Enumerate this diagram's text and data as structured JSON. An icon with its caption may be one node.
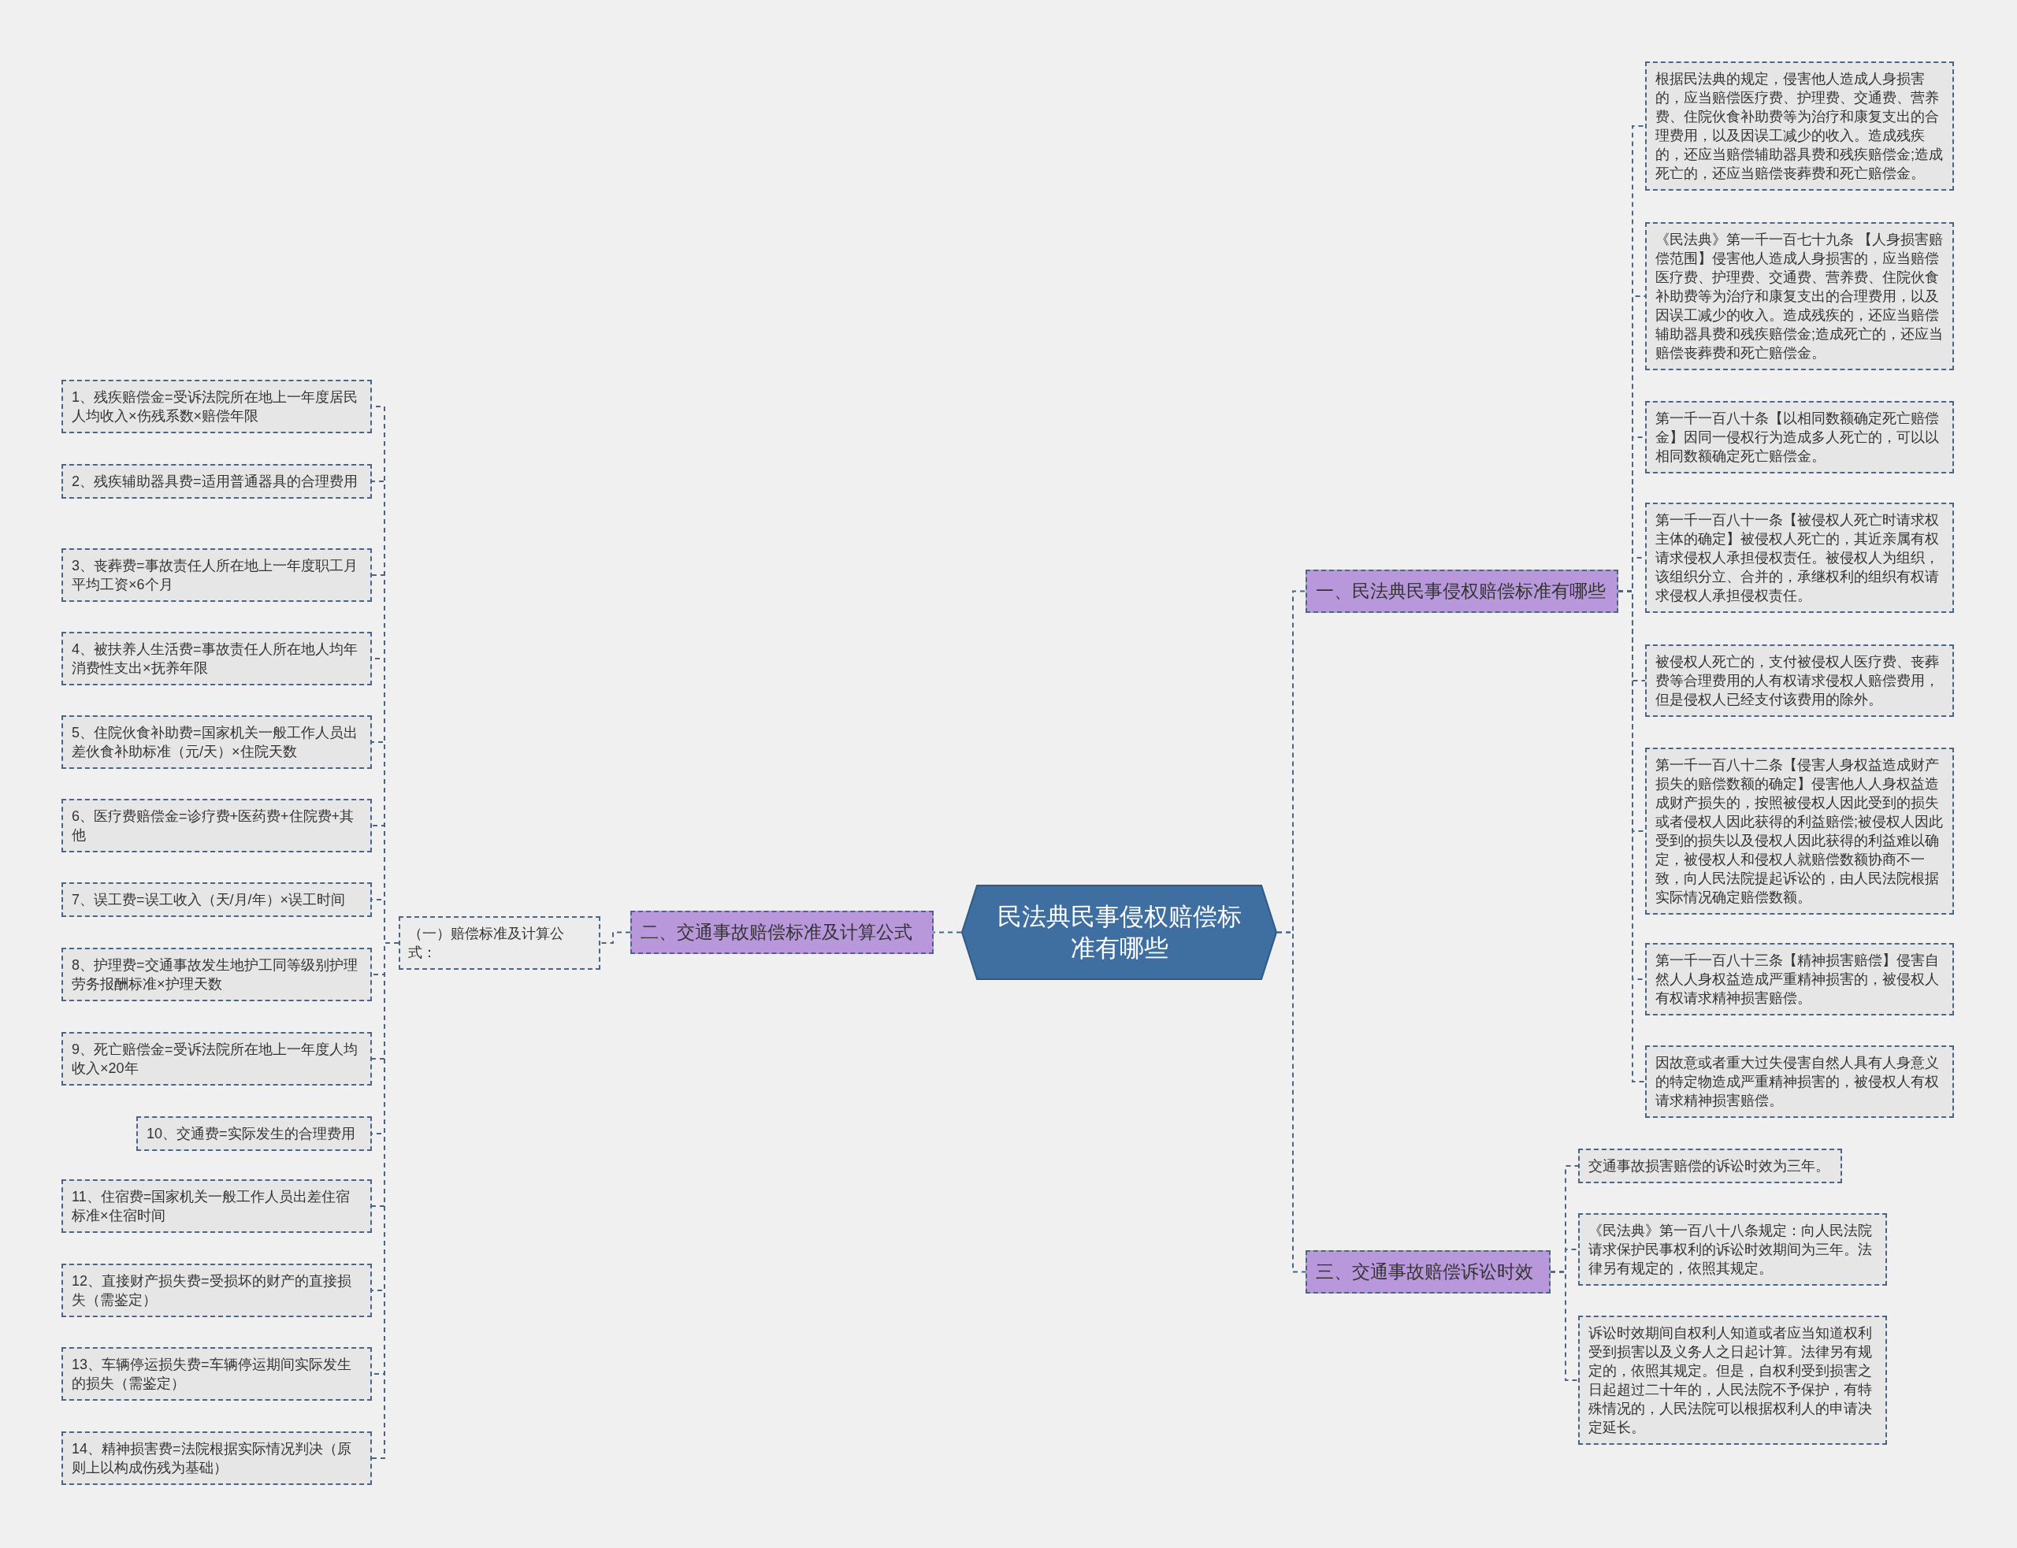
{
  "diagram": {
    "nodes": [
      {
        "text": [
          "民法典民事侵权赔偿标准有哪些"
        ]
      },
      {
        "text": [
          "一、民法典民事侵权赔偿标准有哪些"
        ]
      },
      {
        "text": [
          "根据民法典的规定，侵害他人造成人身损害的，应当赔偿医疗费、护理费、交通费、营养费、住院伙食补助费等为治疗和康复支出的合理费用，以及因误工减少的收入。造成残疾的，还应当赔偿辅助器具费和残疾赔偿金;造成死亡的，还应当赔偿丧葬费和死亡赔偿金。"
        ]
      },
      {
        "text": [
          "《民法典》第一千一百七十九条 【人身损害赔偿范围】侵害他人造成人身损害的，应当赔偿医疗费、护理费、交通费、营养费、住院伙食补助费等为治疗和康复支出的合理费用，以及因误工减少的收入。造成残疾的，还应当赔偿辅助器具费和残疾赔偿金;造成死亡的，还应当赔偿丧葬费和死亡赔偿金。"
        ]
      },
      {
        "text": [
          "第一千一百八十条【以相同数额确定死亡赔偿金】因同一侵权行为造成多人死亡的，可以以相同数额确定死亡赔偿金。"
        ]
      },
      {
        "text": [
          "第一千一百八十一条【被侵权人死亡时请求权主体的确定】被侵权人死亡的，其近亲属有权请求侵权人承担侵权责任。被侵权人为组织，该组织分立、合并的，承继权利的组织有权请求侵权人承担侵权责任。"
        ]
      },
      {
        "text": [
          "被侵权人死亡的，支付被侵权人医疗费、丧葬费等合理费用的人有权请求侵权人赔偿费用，但是侵权人已经支付该费用的除外。"
        ]
      },
      {
        "text": [
          "第一千一百八十二条【侵害人身权益造成财产损失的赔偿数额的确定】侵害他人人身权益造成财产损失的，按照被侵权人因此受到的损失或者侵权人因此获得的利益赔偿;被侵权人因此受到的损失以及侵权人因此获得的利益难以确定，被侵权人和侵权人就赔偿数额协商不一致，向人民法院提起诉讼的，由人民法院根据实际情况确定赔偿数额。"
        ]
      },
      {
        "text": [
          "第一千一百八十三条【精神损害赔偿】侵害自然人人身权益造成严重精神损害的，被侵权人有权请求精神损害赔偿。"
        ]
      },
      {
        "text": [
          "因故意或者重大过失侵害自然人具有人身意义的特定物造成严重精神损害的，被侵权人有权请求精神损害赔偿。"
        ]
      },
      {
        "text": [
          "二、交通事故赔偿标准及计算公式"
        ]
      },
      {
        "text": [
          "（一）赔偿标准及计算公式："
        ]
      },
      {
        "text": [
          "1、残疾赔偿金=受诉法院所在地上一年度居民人均收入×伤残系数×赔偿年限"
        ]
      },
      {
        "text": [
          "2、残疾辅助器具费=适用普通器具的合理费用"
        ]
      },
      {
        "text": [
          "3、丧葬费=事故责任人所在地上一年度职工月平均工资×6个月"
        ]
      },
      {
        "text": [
          "4、被扶养人生活费=事故责任人所在地人均年消费性支出×抚养年限"
        ]
      },
      {
        "text": [
          "5、住院伙食补助费=国家机关一般工作人员出差伙食补助标准（元/天）×住院天数"
        ]
      },
      {
        "text": [
          "6、医疗费赔偿金=诊疗费+医药费+住院费+其他"
        ]
      },
      {
        "text": [
          "7、误工费=误工收入（天/月/年）×误工时间"
        ]
      },
      {
        "text": [
          "8、护理费=交通事故发生地护工同等级别护理劳务报酬标准×护理天数"
        ]
      },
      {
        "text": [
          "9、死亡赔偿金=受诉法院所在地上一年度人均收入×20年"
        ]
      },
      {
        "text": [
          "10、交通费=实际发生的合理费用"
        ]
      },
      {
        "text": [
          "11、住宿费=国家机关一般工作人员出差住宿标准×住宿时间"
        ]
      },
      {
        "text": [
          "12、直接财产损失费=受损坏的财产的直接损失（需鉴定）"
        ]
      },
      {
        "text": [
          "13、车辆停运损失费=车辆停运期间实际发生的损失（需鉴定）"
        ]
      },
      {
        "text": [
          "14、精神损害费=法院根据实际情况判决（原则上以构成伤残为基础）"
        ]
      },
      {
        "text": [
          "三、交通事故赔偿诉讼时效"
        ]
      },
      {
        "text": [
          "交通事故损害赔偿的诉讼时效为三年。"
        ]
      },
      {
        "text": [
          "《民法典》第一百八十八条规定：向人民法院请求保护民事权利的诉讼时效期间为三年。法律另有规定的，依照其规定。"
        ]
      },
      {
        "text": [
          "诉讼时效期间自权利人知道或者应当知道权利受到损害以及义务人之日起计算。法律另有规定的，依照其规定。但是，自权利受到损害之日起超过二十年的，人民法院不予保护，有特殊情况的，人民法院可以根据权利人的申请决定延长。"
        ]
      }
    ],
    "edges": [
      {
        "from": 0,
        "to": 1,
        "arrow": "none"
      },
      {
        "from": 1,
        "to": 2,
        "arrow": "none"
      },
      {
        "from": 1,
        "to": 3,
        "arrow": "none"
      },
      {
        "from": 1,
        "to": 4,
        "arrow": "none"
      },
      {
        "from": 1,
        "to": 5,
        "arrow": "none"
      },
      {
        "from": 1,
        "to": 6,
        "arrow": "none"
      },
      {
        "from": 1,
        "to": 7,
        "arrow": "none"
      },
      {
        "from": 1,
        "to": 8,
        "arrow": "none"
      },
      {
        "from": 1,
        "to": 9,
        "arrow": "none"
      },
      {
        "from": 0,
        "to": 10,
        "arrow": "none"
      },
      {
        "from": 10,
        "to": 11,
        "arrow": "none"
      },
      {
        "from": 11,
        "to": 12,
        "arrow": "none"
      },
      {
        "from": 11,
        "to": 13,
        "arrow": "none"
      },
      {
        "from": 11,
        "to": 14,
        "arrow": "none"
      },
      {
        "from": 11,
        "to": 15,
        "arrow": "none"
      },
      {
        "from": 11,
        "to": 16,
        "arrow": "none"
      },
      {
        "from": 11,
        "to": 17,
        "arrow": "none"
      },
      {
        "from": 11,
        "to": 18,
        "arrow": "none"
      },
      {
        "from": 11,
        "to": 19,
        "arrow": "none"
      },
      {
        "from": 11,
        "to": 20,
        "arrow": "none"
      },
      {
        "from": 11,
        "to": 21,
        "arrow": "none"
      },
      {
        "from": 11,
        "to": 22,
        "arrow": "none"
      },
      {
        "from": 11,
        "to": 23,
        "arrow": "none"
      },
      {
        "from": 11,
        "to": 24,
        "arrow": "none"
      },
      {
        "from": 11,
        "to": 25,
        "arrow": "none"
      },
      {
        "from": 0,
        "to": 26,
        "arrow": "none"
      },
      {
        "from": 26,
        "to": 27,
        "arrow": "none"
      },
      {
        "from": 26,
        "to": 28,
        "arrow": "none"
      },
      {
        "from": 26,
        "to": 29,
        "arrow": "none"
      }
    ]
  }
}
